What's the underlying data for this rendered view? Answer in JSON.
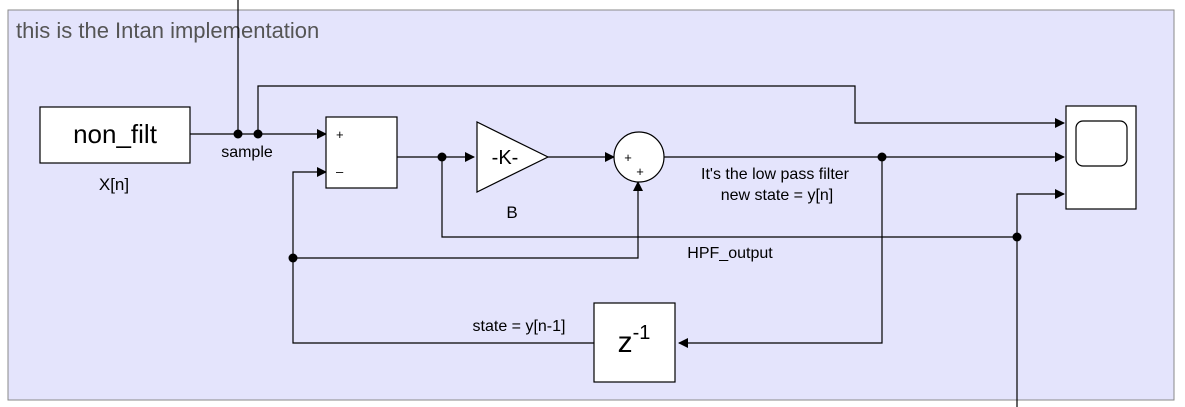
{
  "area": {
    "title": "this is the Intan implementation",
    "fill": "#e4e4fc",
    "border": "#8a8a8a",
    "title_color": "#555555"
  },
  "blocks": {
    "source_name": "non_filt",
    "source_label": "X[n]",
    "sum_plus": "+",
    "sum_minus": "–",
    "gain_text": "-K-",
    "gain_label": "B",
    "adder_plus_left": "+",
    "adder_plus_bottom": "+",
    "delay_base": "z",
    "delay_exp": "-1"
  },
  "signals": {
    "sample": "sample",
    "lpf_line1": "It's the low pass filter",
    "lpf_line2": "new state = y[n]",
    "hpf_output": "HPF_output",
    "prev_state": "state = y[n-1]"
  }
}
